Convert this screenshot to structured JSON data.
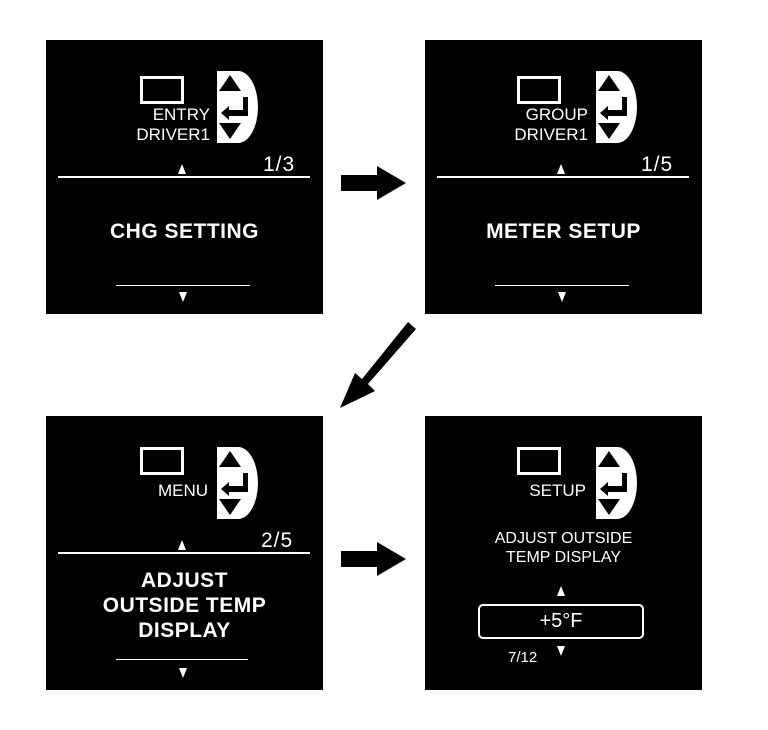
{
  "screens": [
    {
      "label_line1": "ENTRY",
      "label_line2": "DRIVER1",
      "page_indicator": "1/3",
      "main_text": "CHG SETTING"
    },
    {
      "label_line1": "GROUP",
      "label_line2": "DRIVER1",
      "page_indicator": "1/5",
      "main_text": "METER SETUP"
    },
    {
      "label_line1": "MENU",
      "page_indicator": "2/5",
      "main_text_lines": [
        "ADJUST",
        "OUTSIDE TEMP",
        "DISPLAY"
      ]
    },
    {
      "label_line1": "SETUP",
      "sub_text_lines": [
        "ADJUST OUTSIDE",
        "TEMP DISPLAY"
      ],
      "value": "+5°F",
      "item_count": "7/12"
    }
  ],
  "colors": {
    "screen_bg": "#000000",
    "screen_fg": "#ffffff",
    "page_bg": "#ffffff",
    "arrow": "#000000"
  },
  "icons": [
    "display-frame-icon",
    "up-enter-down-control-icon",
    "up-triangle-icon",
    "down-triangle-icon",
    "flow-arrow-icon"
  ]
}
